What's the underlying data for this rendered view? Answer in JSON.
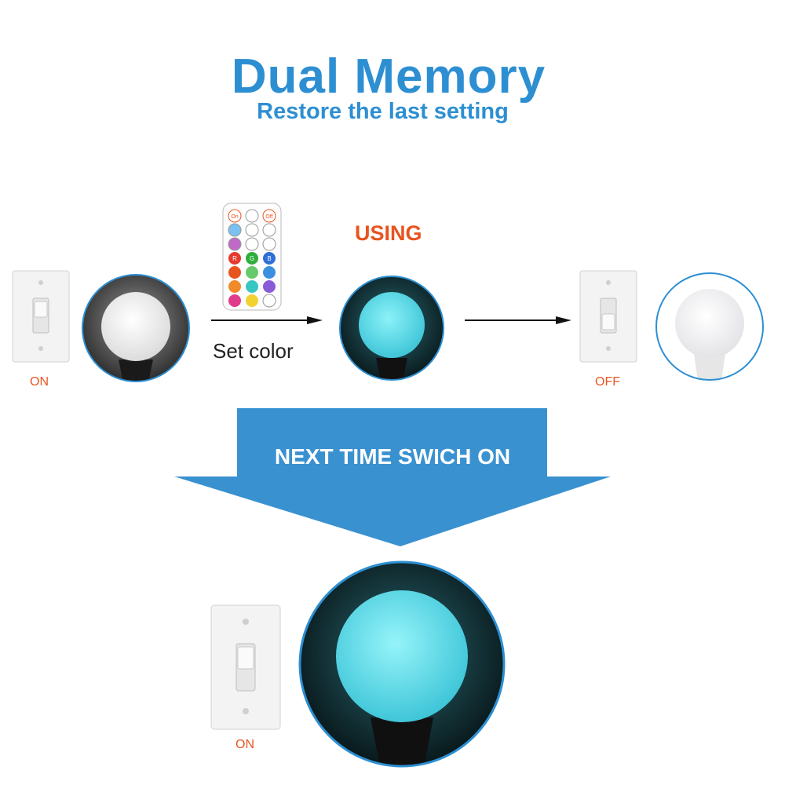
{
  "header": {
    "title": "Dual Memory",
    "subtitle": "Restore the last setting"
  },
  "step_using": {
    "label": "USING"
  },
  "step_set": {
    "label": "Set color"
  },
  "labels": {
    "on_first": "ON",
    "off": "OFF",
    "on_last": "ON"
  },
  "banner": {
    "text": "NEXT TIME SWICH ON"
  },
  "remote": {
    "buttons": [
      [
        "On",
        "",
        "Off"
      ],
      [
        "",
        "",
        ""
      ],
      [
        "",
        "",
        ""
      ],
      [
        "R",
        "G",
        "B"
      ],
      [
        "",
        "",
        ""
      ],
      [
        "",
        "",
        ""
      ],
      [
        "",
        "",
        ""
      ]
    ]
  },
  "colors": {
    "title_blue": "#2d8fd2",
    "accent_orange": "#e8541e",
    "banner_blue": "#3991d0",
    "bulb_cyan": "#4fd8e6",
    "bulb_white": "#f4f4f6"
  }
}
